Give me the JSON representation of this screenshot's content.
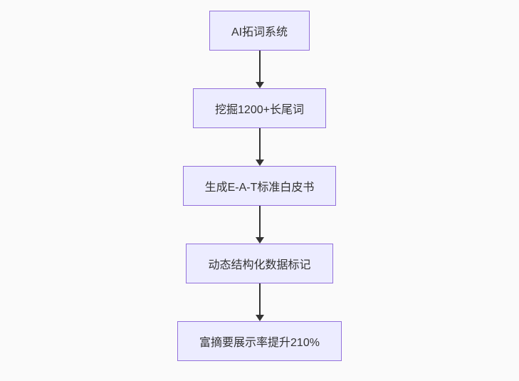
{
  "diagram": {
    "type": "flowchart",
    "direction": "top-down",
    "nodes": [
      {
        "id": "step-1",
        "label": "AI拓词系统"
      },
      {
        "id": "step-2",
        "label": "挖掘1200+长尾词"
      },
      {
        "id": "step-3",
        "label": "生成E-A-T标准白皮书"
      },
      {
        "id": "step-4",
        "label": "动态结构化数据标记"
      },
      {
        "id": "step-5",
        "label": "富摘要展示率提升210%"
      }
    ],
    "edges": [
      {
        "from": "step-1",
        "to": "step-2"
      },
      {
        "from": "step-2",
        "to": "step-3"
      },
      {
        "from": "step-3",
        "to": "step-4"
      },
      {
        "from": "step-4",
        "to": "step-5"
      }
    ],
    "colors": {
      "node_fill": "#ECECFF",
      "node_border": "#9370DB",
      "node_text": "#333333",
      "arrow": "#333333",
      "background": "#fafafa"
    }
  }
}
